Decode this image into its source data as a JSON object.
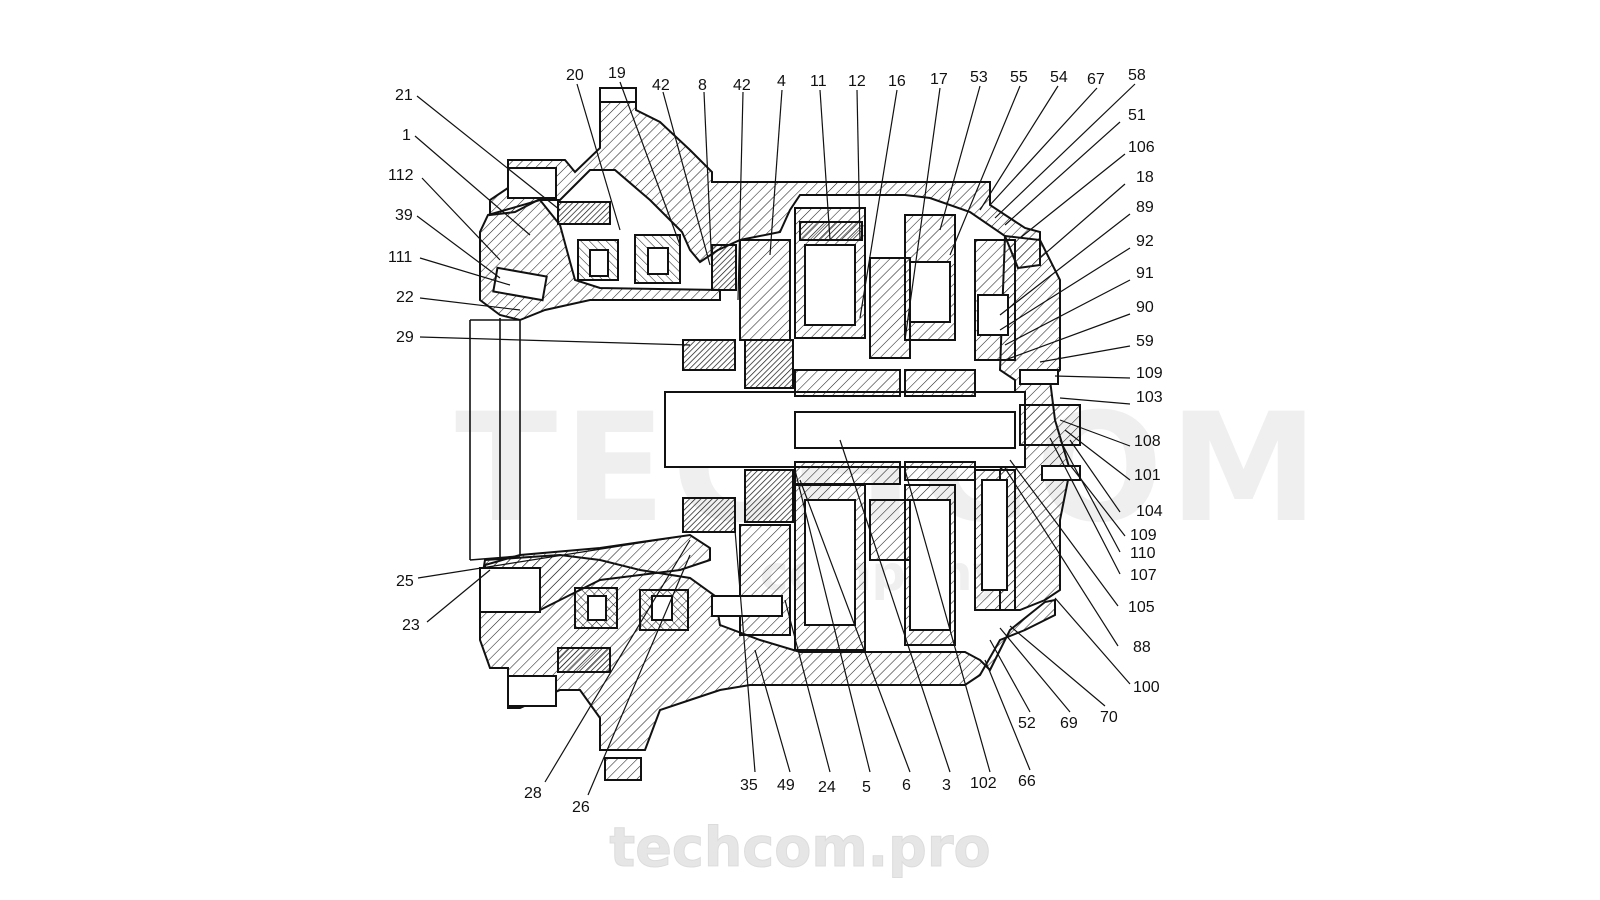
{
  "labels_top": [
    "21",
    "1",
    "112",
    "39",
    "111",
    "22",
    "29",
    "20",
    "19",
    "42",
    "8",
    "42",
    "4",
    "11",
    "12",
    "16",
    "17",
    "53",
    "55",
    "54",
    "67",
    "58",
    "51",
    "106",
    "18",
    "89",
    "92",
    "91",
    "90",
    "59",
    "109",
    "103"
  ],
  "labels_right": [
    "108",
    "101",
    "104",
    "109",
    "110",
    "107",
    "105",
    "88",
    "100"
  ],
  "labels_bottom": [
    "25",
    "23",
    "28",
    "26",
    "35",
    "49",
    "24",
    "5",
    "6",
    "3",
    "102",
    "66",
    "52",
    "69",
    "70"
  ],
  "watermark": {
    "text": "techcom.pro",
    "faint_text": "TECHCOM",
    "faint_sub": "company"
  }
}
